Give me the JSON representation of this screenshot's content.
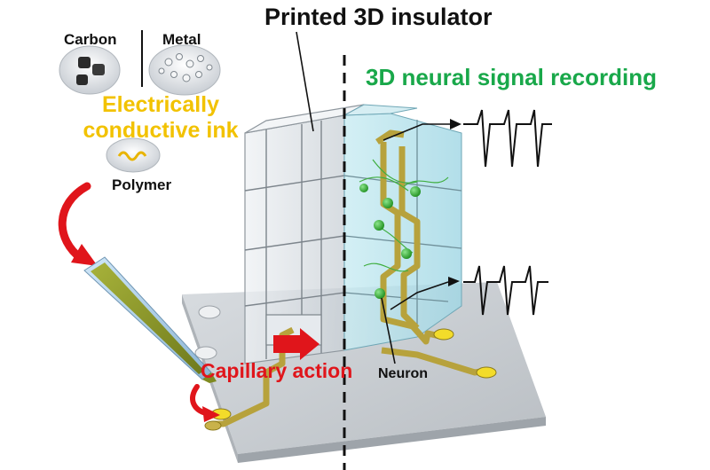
{
  "title": "Printed 3D insulator",
  "recording_label": "3D neural signal recording",
  "ink": {
    "line1": "Electrically",
    "line2": "conductive ink",
    "materials": {
      "carbon": "Carbon",
      "metal": "Metal",
      "polymer": "Polymer"
    }
  },
  "capillary_label": "Capillary action",
  "neuron_label": "Neuron",
  "colors": {
    "ink_label": "#f2c200",
    "recording_label": "#19a84a",
    "capillary_label": "#e0151b",
    "arrow": "#e0151b",
    "electrode_trace": "#c9b24a",
    "electrode_pad": "#f3dc2a",
    "neuron": "#36b236",
    "insulator_glass": "#dfe6ec",
    "recording_tint": "#aee0ec",
    "base_plate": "#c5cacf"
  },
  "icons": [
    "carbon-particles-icon",
    "metal-particles-icon",
    "polymer-particles-icon",
    "pipette-icon",
    "curved-arrow-icon",
    "spike-waveform-icon"
  ]
}
